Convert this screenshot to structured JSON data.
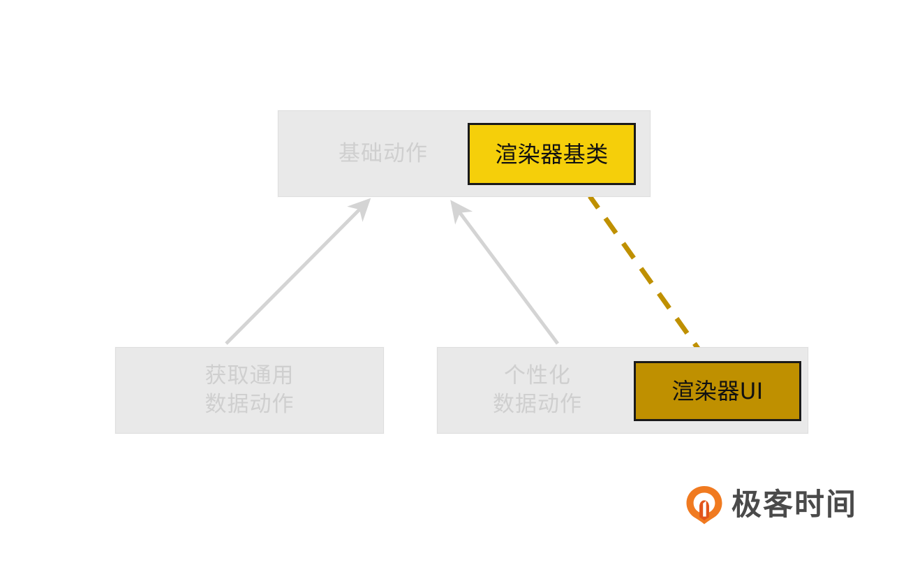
{
  "diagram": {
    "background": "#ffffff",
    "title_text": "",
    "nodes": [
      {
        "id": "base-action",
        "label": "基础动作",
        "kind": "muted-group",
        "fill": "#e9e9e9",
        "text_color": "#cfcfcf"
      },
      {
        "id": "renderer-base",
        "label": "渲染器基类",
        "kind": "highlight",
        "fill": "#f5cf0a",
        "text_color": "#111111",
        "border_color": "#1a1a1a"
      },
      {
        "id": "common-data-action",
        "label": "获取通用\n数据动作",
        "kind": "muted-group",
        "fill": "#e9e9e9",
        "text_color": "#cfcfcf"
      },
      {
        "id": "custom-data-action",
        "label": "个性化\n数据动作",
        "kind": "muted-group",
        "fill": "#e9e9e9",
        "text_color": "#cfcfcf"
      },
      {
        "id": "renderer-ui",
        "label": "渲染器UI",
        "kind": "highlight",
        "fill": "#bf9000",
        "text_color": "#111111",
        "border_color": "#1a1a1a"
      }
    ],
    "edges": [
      {
        "id": "edge-common-to-base",
        "from": "common-data-action",
        "to": "base-action",
        "style": "solid",
        "color": "#d4d4d4",
        "arrow": "open"
      },
      {
        "id": "edge-custom-to-base",
        "from": "custom-data-action",
        "to": "base-action",
        "style": "solid",
        "color": "#d4d4d4",
        "arrow": "open"
      },
      {
        "id": "edge-ui-to-renderer-base",
        "from": "renderer-ui",
        "to": "renderer-base",
        "style": "dashed",
        "color": "#bf9000",
        "arrow": "filled"
      }
    ]
  },
  "logo": {
    "text": "极客时间",
    "mark_color_light": "#f07a20",
    "mark_color_dark": "#e2541b",
    "text_color": "#4a4a4a",
    "icon": "geektime-pin-icon"
  }
}
